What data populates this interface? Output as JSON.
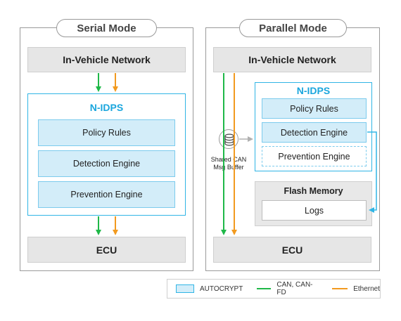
{
  "colors": {
    "autocrypt_fill": "#d3edf9",
    "autocrypt_border": "#30b5e5",
    "can_line": "#1fb848",
    "ethernet_line": "#f29a1f",
    "accent_blue": "#1aa6dd"
  },
  "serial": {
    "title": "Serial Mode",
    "network": "In-Vehicle Network",
    "idps_title": "N-IDPS",
    "modules": [
      "Policy Rules",
      "Detection Engine",
      "Prevention Engine"
    ],
    "ecu": "ECU"
  },
  "parallel": {
    "title": "Parallel Mode",
    "network": "In-Vehicle Network",
    "idps_title": "N-IDPS",
    "policy": "Policy Rules",
    "detection": "Detection Engine",
    "prevention": "Prevention Engine",
    "buffer_icon": "database-icon",
    "buffer_label_line1": "Shared CAN",
    "buffer_label_line2": "Msg Buffer",
    "flash_title": "Flash Memory",
    "logs": "Logs",
    "ecu": "ECU"
  },
  "legend": {
    "autocrypt": "AUTOCRYPT",
    "can": "CAN, CAN-FD",
    "ethernet": "Ethernet"
  }
}
